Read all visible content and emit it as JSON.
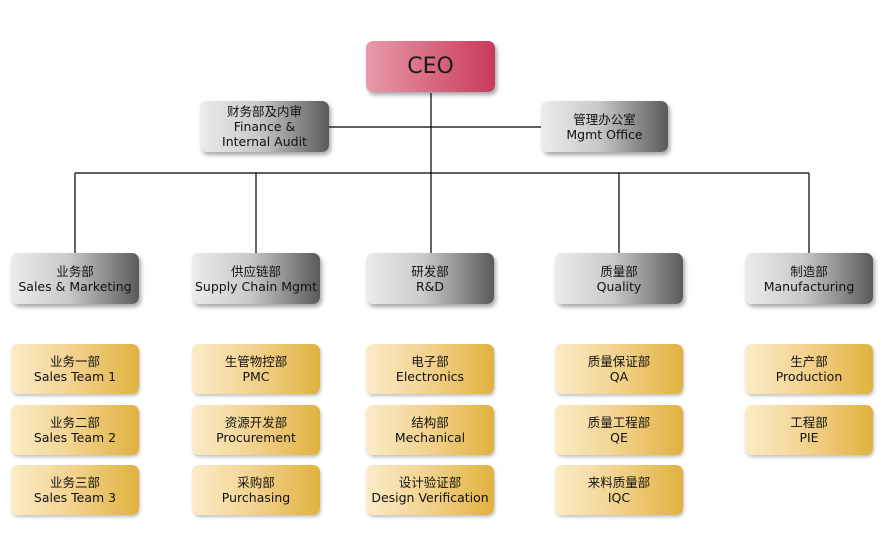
{
  "ceo": {
    "label": "CEO"
  },
  "staff": {
    "finance": {
      "zh": "财务部及内审",
      "en1": "Finance &",
      "en2": "Internal Audit"
    },
    "mgmt": {
      "zh": "管理办公室",
      "en": "Mgmt Office"
    }
  },
  "departments": [
    {
      "zh": "业务部",
      "en": "Sales & Marketing",
      "teams": [
        {
          "zh": "业务一部",
          "en": "Sales Team 1"
        },
        {
          "zh": "业务二部",
          "en": "Sales Team 2"
        },
        {
          "zh": "业务三部",
          "en": "Sales Team 3"
        }
      ]
    },
    {
      "zh": "供应链部",
      "en": "Supply Chain Mgmt",
      "teams": [
        {
          "zh": "生管物控部",
          "en": "PMC"
        },
        {
          "zh": "资源开发部",
          "en": "Procurement"
        },
        {
          "zh": "采购部",
          "en": "Purchasing"
        }
      ]
    },
    {
      "zh": "研发部",
      "en": "R&D",
      "teams": [
        {
          "zh": "电子部",
          "en": "Electronics"
        },
        {
          "zh": "结构部",
          "en": "Mechanical"
        },
        {
          "zh": "设计验证部",
          "en": "Design Verification"
        }
      ]
    },
    {
      "zh": "质量部",
      "en": "Quality",
      "teams": [
        {
          "zh": "质量保证部",
          "en": "QA"
        },
        {
          "zh": "质量工程部",
          "en": "QE"
        },
        {
          "zh": "来料质量部",
          "en": "IQC"
        }
      ]
    },
    {
      "zh": "制造部",
      "en": "Manufacturing",
      "teams": [
        {
          "zh": "生产部",
          "en": "Production"
        },
        {
          "zh": "工程部",
          "en": "PIE"
        }
      ]
    }
  ]
}
